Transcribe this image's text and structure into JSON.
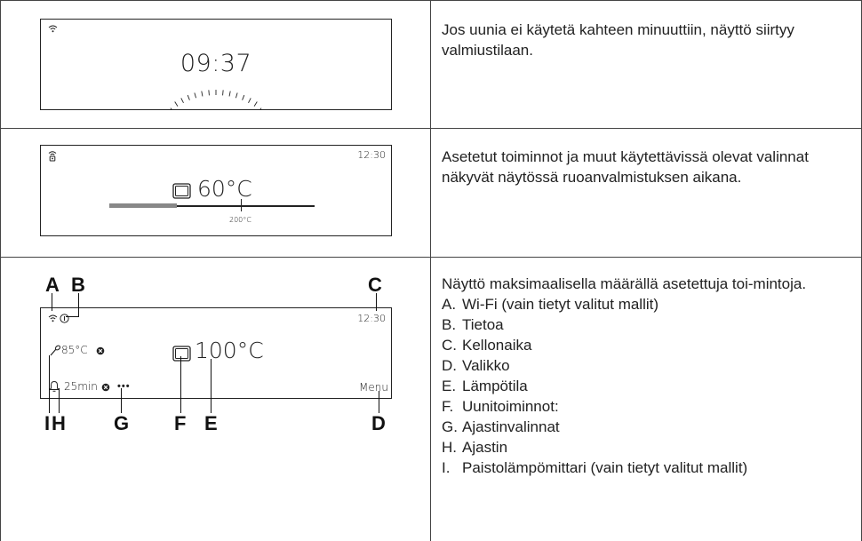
{
  "row1": {
    "display": {
      "time": "09:37"
    },
    "description": "Jos uunia ei käytetä kahteen minuuttiin, näyttö siirtyy valmiustilaan."
  },
  "row2": {
    "display": {
      "clock": "12:30",
      "temperature": "60°C",
      "max_temp": "200°C",
      "progress_fraction": 0.33
    },
    "description": "Asetetut toiminnot ja muut käytettävissä olevat valinnat näkyvät näytössä ruoanvalmistuksen aikana."
  },
  "row3": {
    "display": {
      "clock": "12:30",
      "probe_temp": "85°C",
      "temperature": "100°C",
      "timer": "25min",
      "more": "•••",
      "menu": "Menu"
    },
    "callouts": [
      "A",
      "B",
      "C",
      "D",
      "E",
      "F",
      "G",
      "H",
      "I"
    ],
    "intro": "Näyttö maksimaalisella määrällä asetettuja toi-mintoja.",
    "legend": [
      {
        "key": "A.",
        "text": "Wi-Fi (vain tietyt valitut mallit)"
      },
      {
        "key": "B.",
        "text": "Tietoa"
      },
      {
        "key": "C.",
        "text": "Kellonaika"
      },
      {
        "key": "D.",
        "text": "Valikko"
      },
      {
        "key": "E.",
        "text": "Lämpötila"
      },
      {
        "key": "F.",
        "text": "Uunitoiminnot:"
      },
      {
        "key": "G.",
        "text": "Ajastinvalinnat"
      },
      {
        "key": "H.",
        "text": "Ajastin"
      },
      {
        "key": "I.",
        "text": "Paistolämpömittari (vain tietyt valitut mallit)"
      }
    ]
  }
}
